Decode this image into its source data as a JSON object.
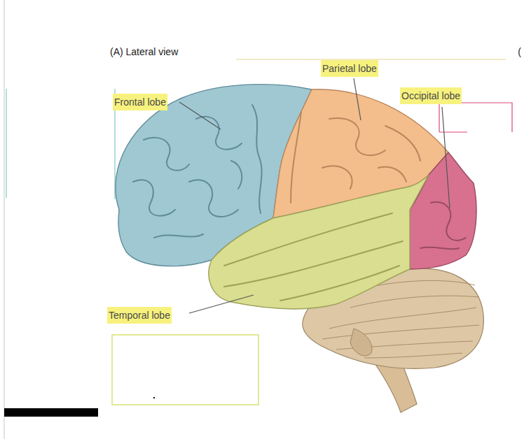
{
  "diagram": {
    "labels": [
      "(A) Lateral view",
      "Parietal lobe",
      "Occipital lobe",
      "Frontal lobe",
      "Temporal lobe",
      "("
    ]
  }
}
